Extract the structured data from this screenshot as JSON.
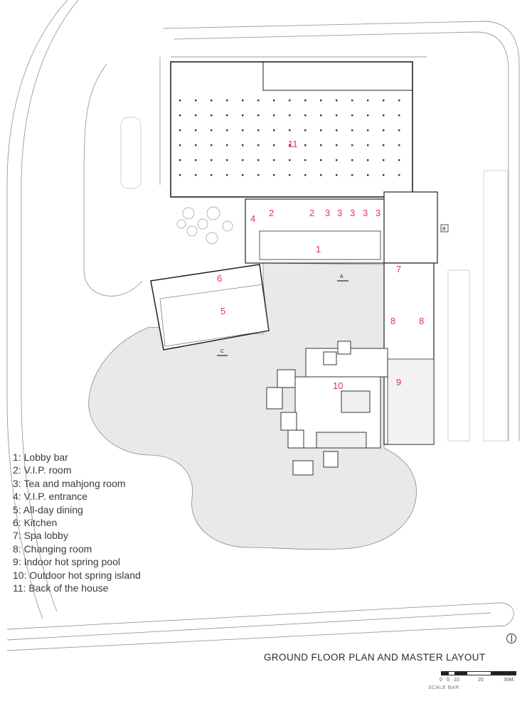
{
  "plan": {
    "accent_color": "#e0306a",
    "line_color": "#4a4a4a",
    "fill_color": "#e9e9e9",
    "room_labels": [
      {
        "id": "r11",
        "text": "11"
      },
      {
        "id": "r4",
        "text": "4"
      },
      {
        "id": "r2a",
        "text": "2"
      },
      {
        "id": "r2b",
        "text": "2"
      },
      {
        "id": "r3a",
        "text": "3"
      },
      {
        "id": "r3b",
        "text": "3"
      },
      {
        "id": "r3c",
        "text": "3"
      },
      {
        "id": "r3d",
        "text": "3"
      },
      {
        "id": "r3e",
        "text": "3"
      },
      {
        "id": "r1",
        "text": "1"
      },
      {
        "id": "r6",
        "text": "6"
      },
      {
        "id": "r5",
        "text": "5"
      },
      {
        "id": "r7",
        "text": "7"
      },
      {
        "id": "r8a",
        "text": "8"
      },
      {
        "id": "r8b",
        "text": "8"
      },
      {
        "id": "r9",
        "text": "9"
      },
      {
        "id": "r10",
        "text": "10"
      }
    ],
    "markers": {
      "a": "A",
      "b": "B",
      "c": "C"
    }
  },
  "legend": [
    "1: Lobby bar",
    "2: V.I.P. room",
    "3: Tea and mahjong room",
    "4: V.I.P. entrance",
    "5: All-day dining",
    "6: Kitchen",
    "7: Spa lobby",
    "8: Changing room",
    "9: Indoor hot spring pool",
    "10: Outdoor hot spring island",
    "11: Back of the house"
  ],
  "title": "GROUND FLOOR PLAN AND MASTER LAYOUT",
  "scale": {
    "ticks": [
      "0",
      "5",
      "10",
      "20",
      "30M."
    ],
    "caption": "SCALE BAR"
  }
}
